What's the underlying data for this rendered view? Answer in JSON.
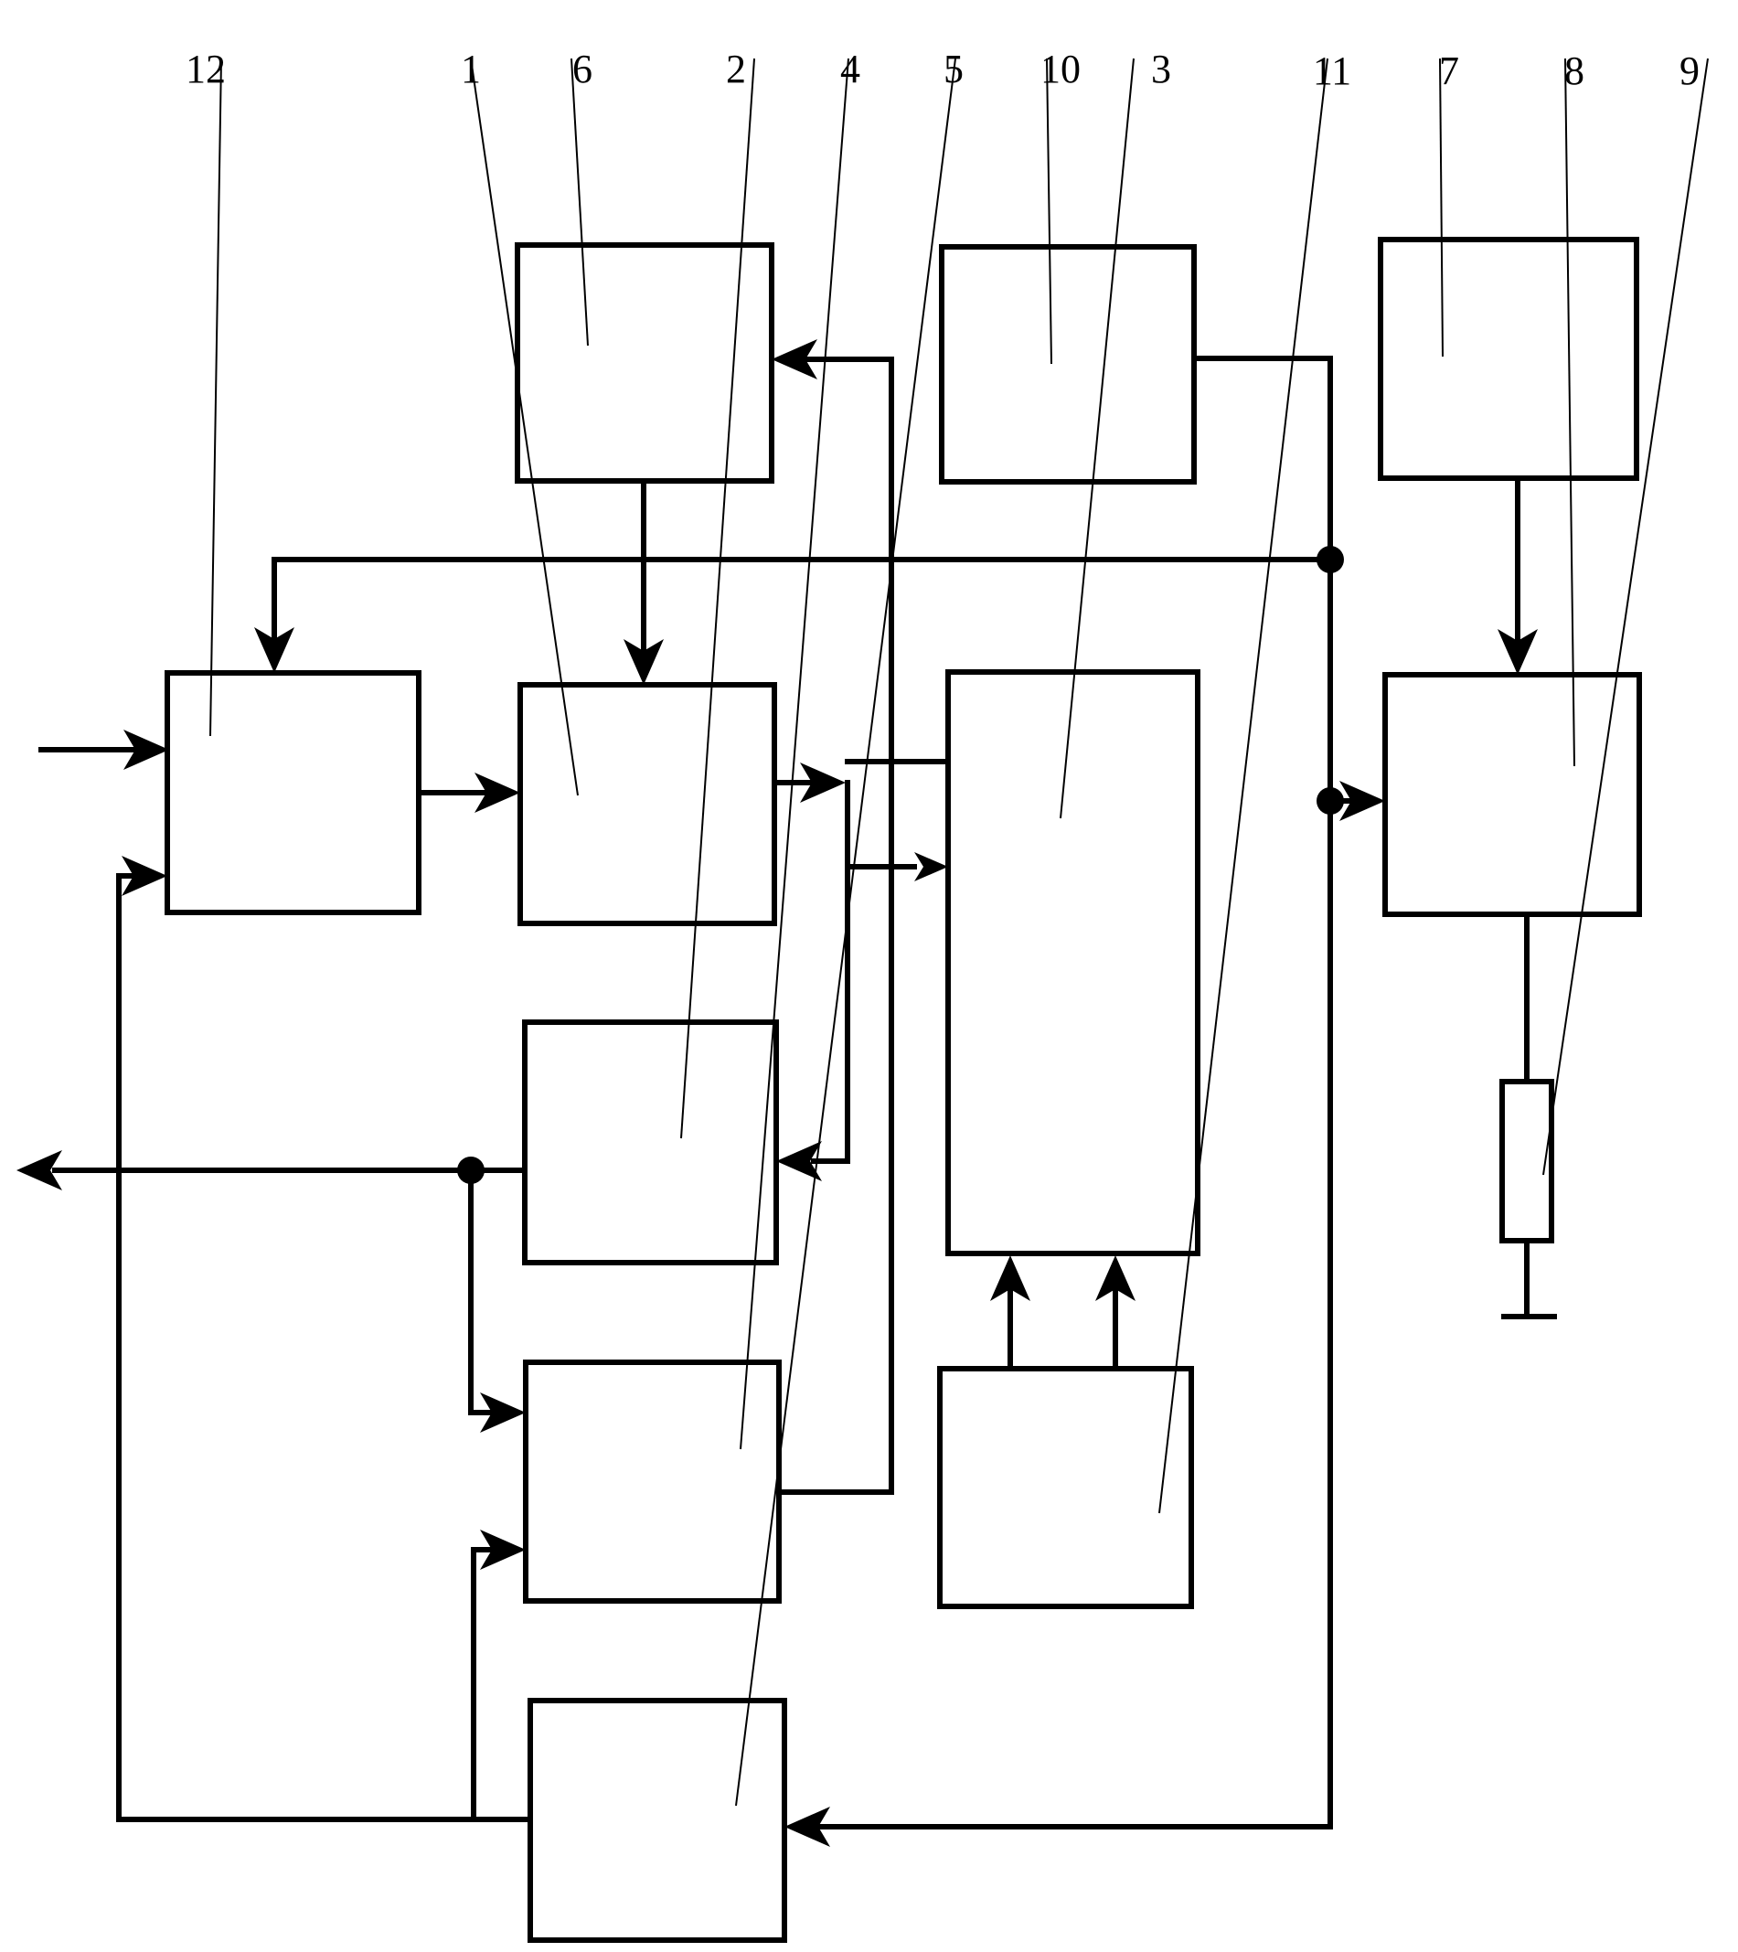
{
  "diagram": {
    "labels": [
      "12",
      "1",
      "6",
      "2",
      "4",
      "5",
      "10",
      "3",
      "11",
      "7",
      "8",
      "9"
    ],
    "colors": {
      "ink": "#000000",
      "background": "#ffffff"
    },
    "blocks": [
      "1",
      "2",
      "3",
      "4",
      "5",
      "6",
      "7",
      "8",
      "9",
      "10",
      "11",
      "12"
    ]
  }
}
